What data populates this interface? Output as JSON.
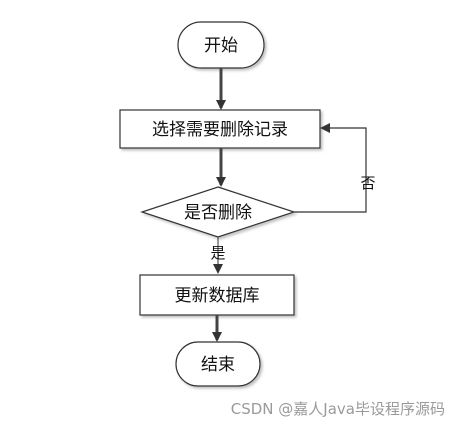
{
  "flowchart": {
    "start": "开始",
    "select": "选择需要删除记录",
    "decision": "是否删除",
    "no_label": "否",
    "yes_label": "是",
    "update": "更新数据库",
    "end": "结束"
  },
  "watermark": "CSDN @嘉人Java毕设程序源码"
}
